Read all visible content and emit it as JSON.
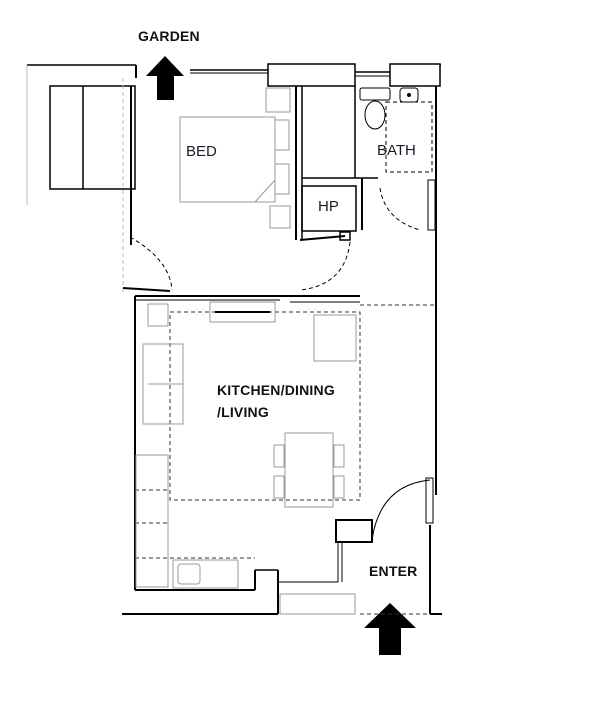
{
  "labels": {
    "garden": "GARDEN",
    "enter": "ENTER",
    "bed": "BED",
    "bath": "BATH",
    "hp": "HP",
    "kitchen_line1": "KITCHEN/DINING",
    "kitchen_line2": "/LIVING"
  },
  "colors": {
    "wall": "#000000",
    "furniture": "#9a9a9a",
    "dashed": "#333333",
    "text": "#111111"
  }
}
